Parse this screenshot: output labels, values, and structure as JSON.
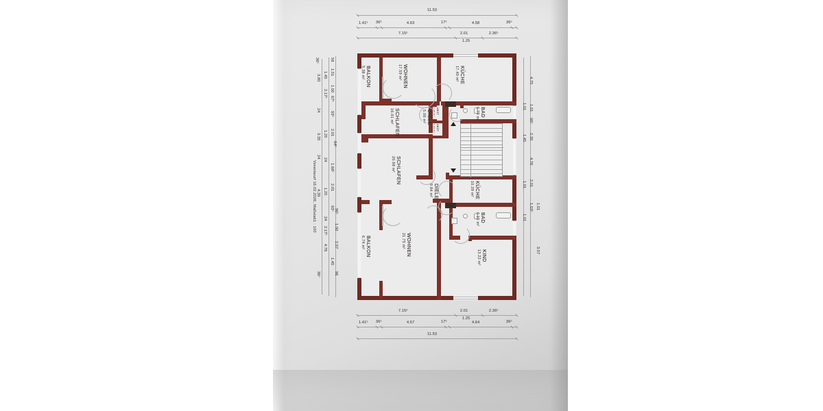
{
  "document": {
    "kind": "architectural-floor-plan-photo",
    "note": "Vorentwurf 16.02.2026,  Maßstab1 : 100",
    "background_color": "#ffffff",
    "paper_color": "#e6e6e6",
    "wall_color": "#6e2a23",
    "room_fill": "#ececec",
    "ink_color": "#3b3835"
  },
  "rooms_upper": [
    {
      "name": "BALKON",
      "area": "5.38 m²"
    },
    {
      "name": "WOHNEN",
      "area": "17.59 m²"
    },
    {
      "name": "KÜCHE",
      "area": "17.40 m²"
    },
    {
      "name": "DIELE",
      "area": "5.00 m²"
    },
    {
      "name": "BAD",
      "area": "6.79 m²"
    },
    {
      "name": "SCHLAFEN",
      "area": "16.01 m²"
    },
    {
      "name": "ABST",
      "area": "1.29 m²"
    },
    {
      "name": "ABST",
      "area": "1.26 m²"
    }
  ],
  "rooms_lower": [
    {
      "name": "SCHLAFEN",
      "area": "20.98 m²"
    },
    {
      "name": "DIELE",
      "area": "9.84 m²"
    },
    {
      "name": "KÜCHE",
      "area": "10.39 m²"
    },
    {
      "name": "BAD",
      "area": "6.15 m²"
    },
    {
      "name": "KIND",
      "area": "13.22 m²"
    },
    {
      "name": "BALKON",
      "area": "6.74 m²"
    },
    {
      "name": "WOHNEN",
      "area": "21.75 m²"
    }
  ],
  "dimensions": {
    "top": {
      "row1": [
        "11.53"
      ],
      "row2": [
        "1.41⁵",
        "36⁵",
        "4.63",
        "17⁵",
        "4.58",
        "36⁵"
      ],
      "row3": [
        "7.15⁵",
        "2.01",
        "2.36⁵"
      ],
      "row4": [
        "1.25"
      ]
    },
    "bottom": {
      "row1": [
        "7.15⁵",
        "2.01",
        "2.36⁵"
      ],
      "row2": [
        "1.25"
      ],
      "row3": [
        "1.41⁵",
        "36⁵",
        "4.57",
        "17⁵",
        "4.64",
        "36⁵"
      ],
      "row4": [
        "11.53"
      ]
    },
    "left": {
      "outer": [
        "36⁵",
        "58",
        "1.51",
        "1.00",
        "67⁵",
        "93⁵",
        "2.01",
        "64⁵",
        "24",
        "1.68⁵",
        "2.01",
        "93⁵",
        "96⁵",
        "1.00",
        "2.57",
        "1.45",
        "96",
        "36⁵"
      ],
      "inner": [
        "1.45",
        "3.80",
        "2.17⁵",
        "24",
        "1.25",
        "3.35",
        "24",
        "24",
        "1.25",
        "4.39",
        "24",
        "2.17⁵",
        "4.76",
        "1.45"
      ]
    },
    "right": {
      "outer": [
        "4.75",
        "1.01",
        "96⁵",
        "2.30",
        "4.76",
        "2.01",
        "1.03⁵",
        "1.01",
        "3.57"
      ],
      "inner": [
        "1.01",
        "1.45",
        "2.01",
        "1.01",
        "1.01"
      ]
    }
  },
  "stair": {
    "up_arrow": "▲",
    "down_arrow": "▼"
  }
}
